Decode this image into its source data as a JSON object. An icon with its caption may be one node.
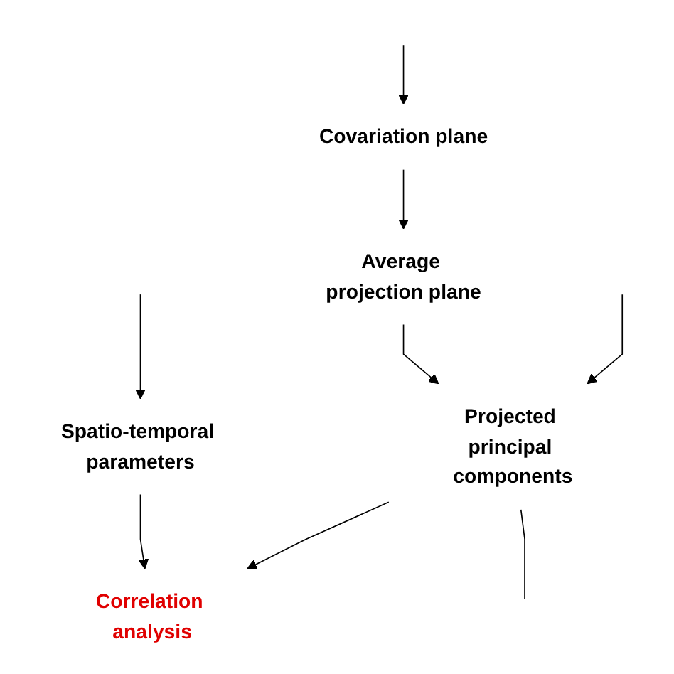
{
  "diagram": {
    "nodes": [
      {
        "text": [
          "Covariation plane"
        ]
      },
      {
        "text": [
          "Average projection plane"
        ]
      },
      {
        "text": [
          "Spatio-temporal parameters"
        ]
      },
      {
        "text": [
          "Projected principal components"
        ]
      },
      {
        "text": [
          "Correlation analysis"
        ]
      }
    ],
    "edges": [
      {
        "from": null,
        "to": 0,
        "arrow": "to"
      },
      {
        "from": 0,
        "to": 1,
        "arrow": "to"
      },
      {
        "from": 1,
        "to": 3,
        "arrow": "to"
      },
      {
        "from": null,
        "to": 3,
        "arrow": "to"
      },
      {
        "from": null,
        "to": 2,
        "arrow": "to"
      },
      {
        "from": 2,
        "to": 4,
        "arrow": "to"
      },
      {
        "from": 3,
        "to": 4,
        "arrow": "to"
      },
      {
        "from": 3,
        "to": null,
        "arrow": "none"
      }
    ]
  }
}
